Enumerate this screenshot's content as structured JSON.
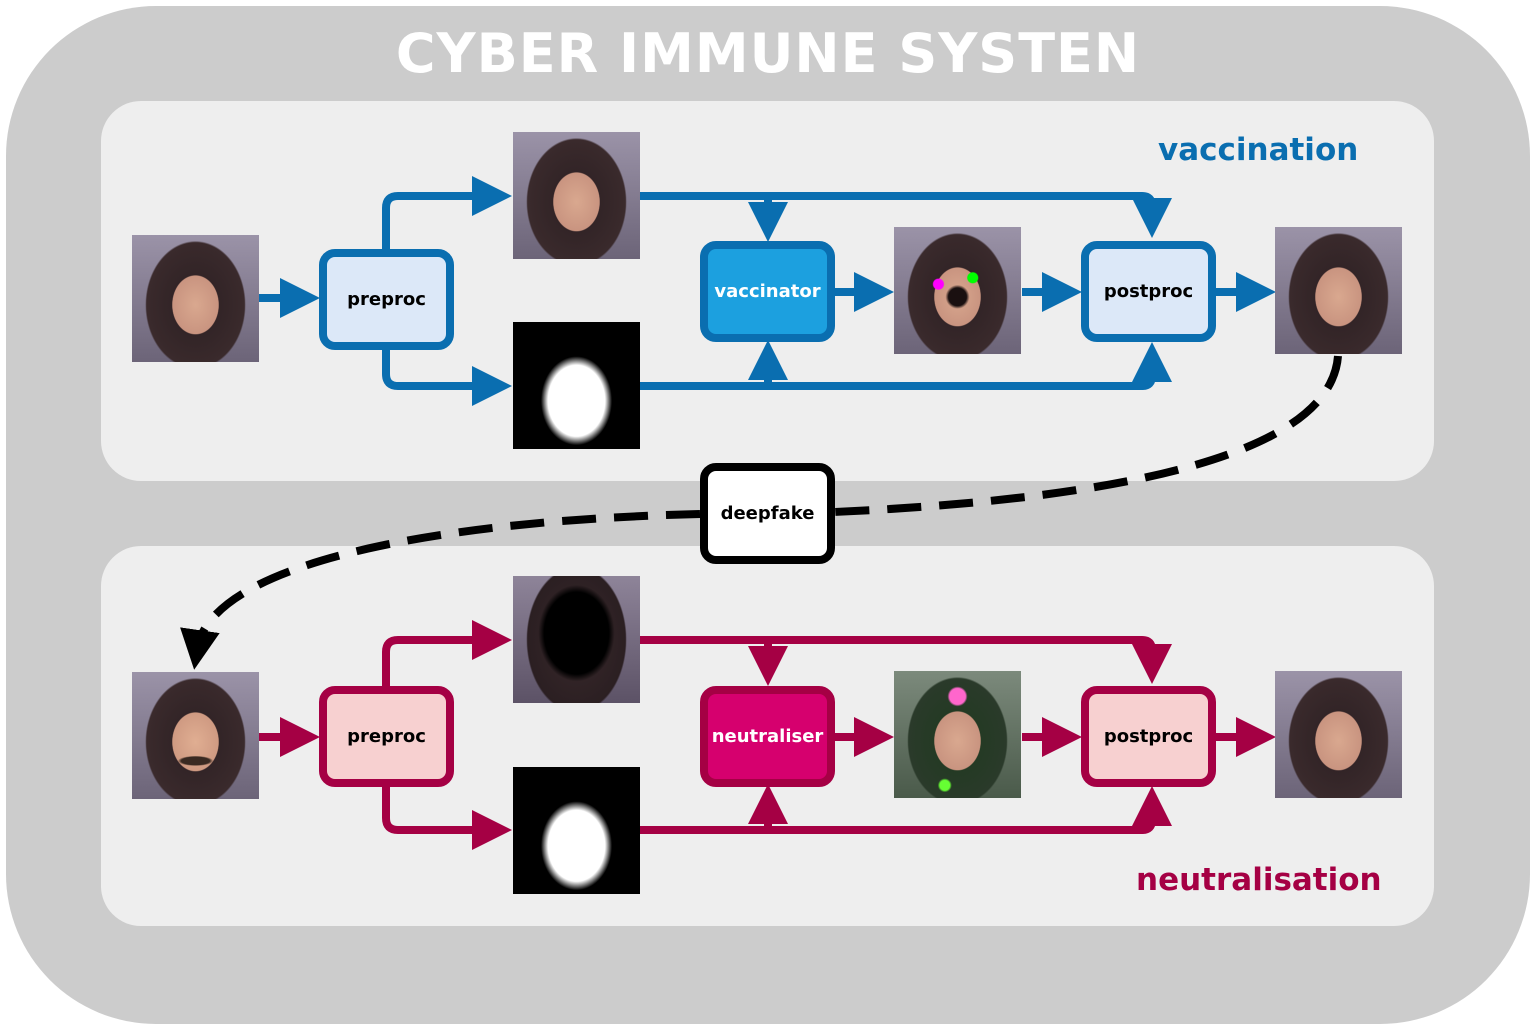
{
  "title": "CYBER IMMUNE SYSTEN",
  "colors": {
    "vaccination": "#0a6eb0",
    "vaccination_fill": "#dce8f8",
    "vaccinator_fill": "#1ca0df",
    "neutralisation": "#a50044",
    "neutralisation_fill": "#f7d0d0",
    "neutraliser_fill": "#d6006e",
    "deepfake": "#000000"
  },
  "vaccination": {
    "label": "vaccination",
    "nodes": {
      "preproc": "preproc",
      "vaccinator": "vaccinator",
      "postproc": "postproc"
    },
    "images": [
      "input face",
      "cropped face",
      "face mask",
      "vaccinated perturbation face",
      "vaccinated output face"
    ]
  },
  "deepfake": {
    "label": "deepfake"
  },
  "neutralisation": {
    "label": "neutralisation",
    "nodes": {
      "preproc": "preproc",
      "neutraliser": "neutraliser",
      "postproc": "postproc"
    },
    "images": [
      "deepfake face",
      "masked face",
      "face mask",
      "neutralised perturbation face",
      "restored output face"
    ]
  }
}
